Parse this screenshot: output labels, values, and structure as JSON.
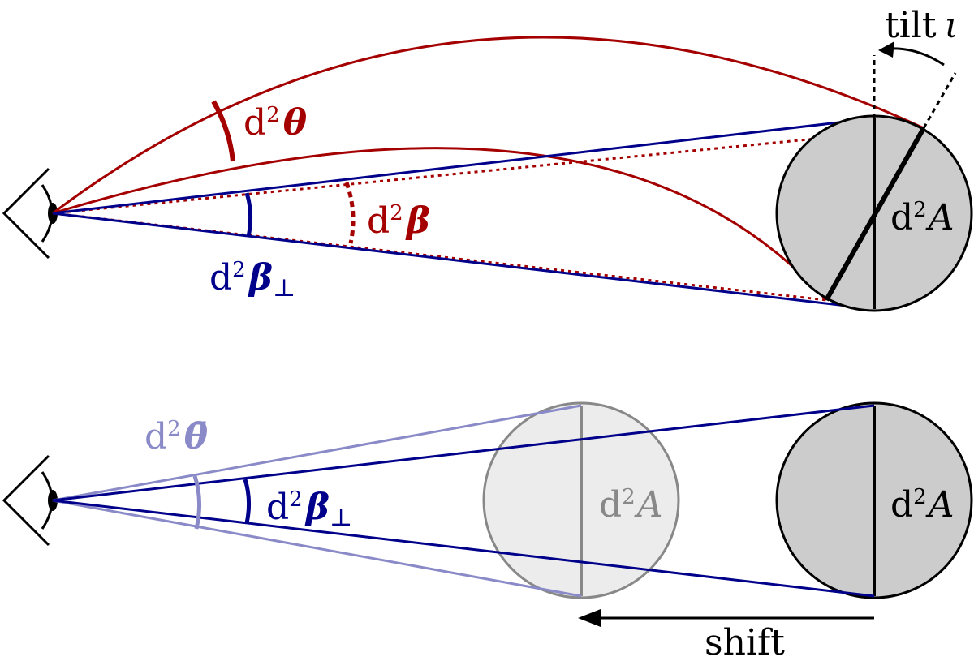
{
  "colors": {
    "red": "#a40000",
    "blue": "#00008b",
    "blue_light": "#8a8ac8",
    "black": "#000000",
    "disk_fill": "#cccccc",
    "ghost_fill": "#ececec",
    "ghost_stroke": "#888888"
  },
  "icons": {
    "eye_top": "eye-icon",
    "eye_bottom": "eye-icon"
  },
  "labels": {
    "top": {
      "theta": {
        "d": "d",
        "sup": "2",
        "sym": "θ"
      },
      "beta": {
        "d": "d",
        "sup": "2",
        "sym": "β"
      },
      "beta_perp": {
        "d": "d",
        "sup": "2",
        "sym": "β",
        "sub": "⊥"
      },
      "area": {
        "d": "d",
        "sup": "2",
        "sym": "A"
      },
      "tilt": {
        "word": "tilt",
        "sym": "ι"
      }
    },
    "bottom": {
      "theta_bar": {
        "d": "d",
        "sup": "2",
        "sym": "θ̄"
      },
      "beta_perp": {
        "d": "d",
        "sup": "2",
        "sym": "β",
        "sub": "⊥"
      },
      "area_ghost": {
        "d": "d",
        "sup": "2",
        "sym": "A"
      },
      "area": {
        "d": "d",
        "sup": "2",
        "sym": "A"
      },
      "shift": "shift"
    }
  }
}
